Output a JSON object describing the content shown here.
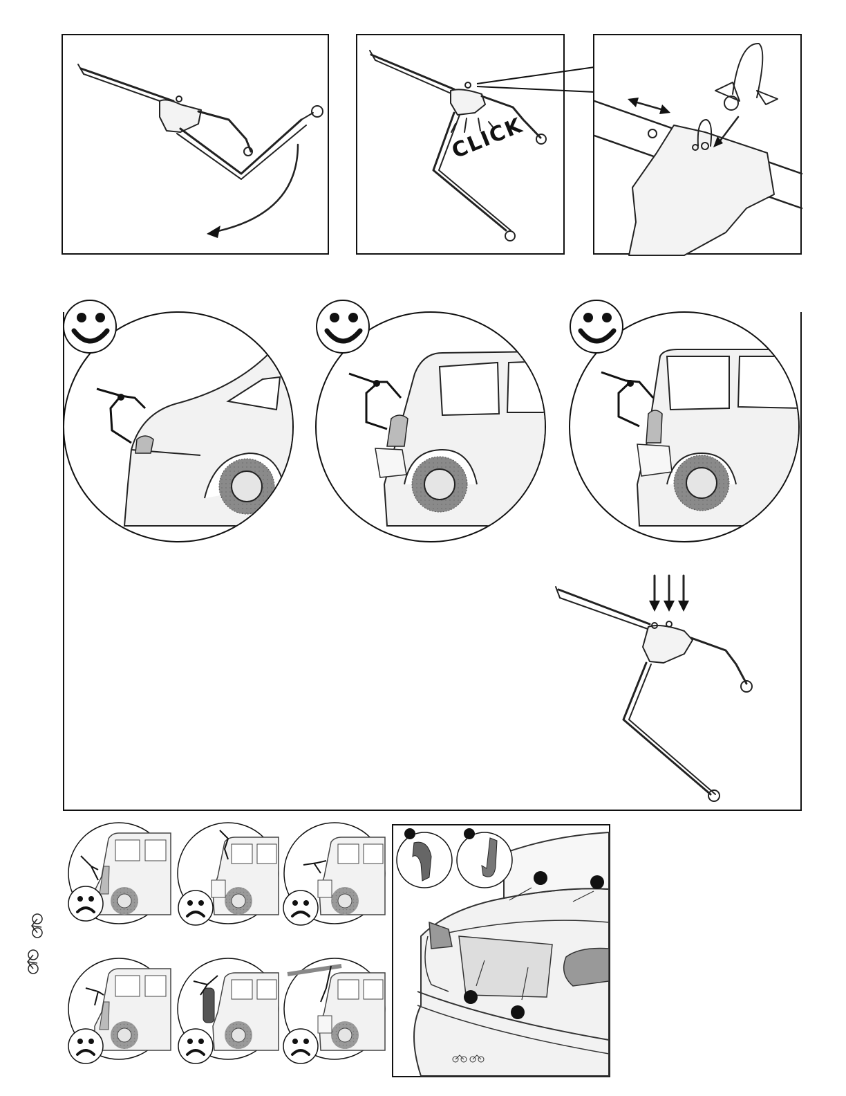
{
  "page": {
    "title": "",
    "step1": {
      "panel_a": "",
      "panel_b_sound": "CLICK",
      "panel_c": ""
    },
    "step2": {
      "ok_cars": [
        {
          "status": "correct"
        },
        {
          "status": "correct"
        },
        {
          "status": "correct"
        }
      ]
    },
    "step3": {
      "wrong_cars": [
        {
          "status": "incorrect"
        },
        {
          "status": "incorrect"
        },
        {
          "status": "incorrect"
        },
        {
          "status": "incorrect"
        },
        {
          "status": "incorrect"
        },
        {
          "status": "incorrect"
        }
      ]
    },
    "hooks": {
      "labels": [
        "",
        ""
      ]
    },
    "icons": {
      "bike_count": "bike-pair-icon",
      "smiley": "smiley-face-icon",
      "frown": "frown-face-icon"
    },
    "colors": {
      "ink": "#111111",
      "fill_light": "#f2f2f2",
      "fill_gray": "#bbbbbb",
      "tire": "#8a8a8a"
    }
  }
}
